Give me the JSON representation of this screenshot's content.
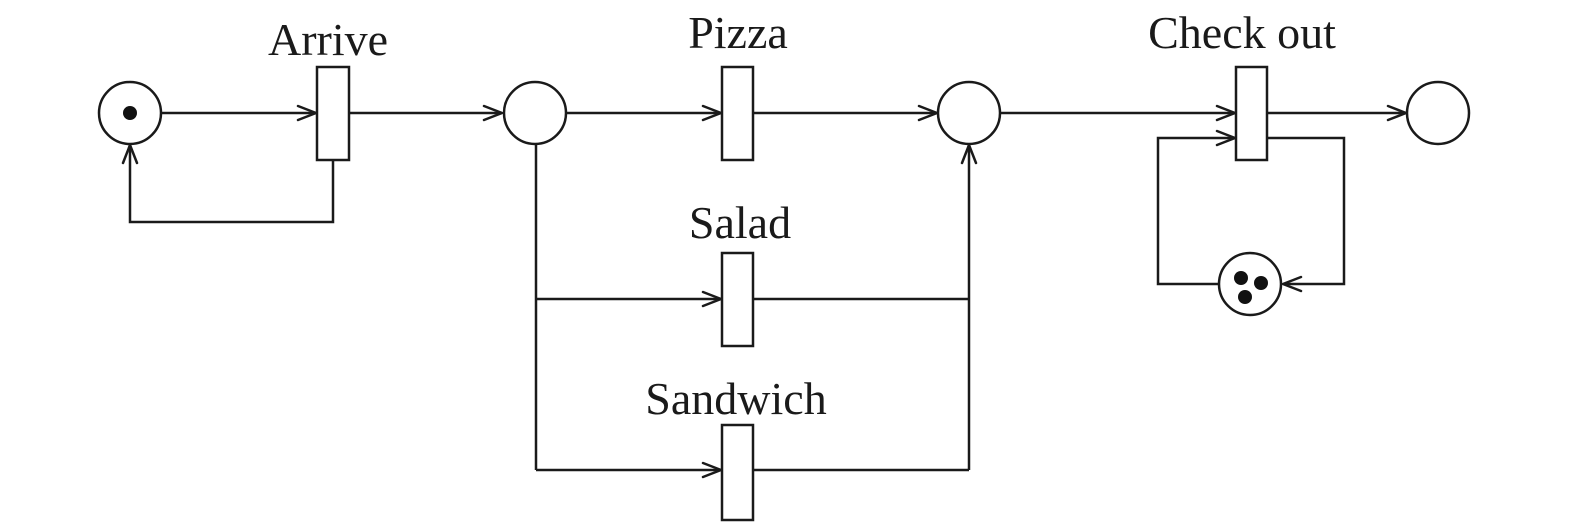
{
  "transitions": {
    "arrive": {
      "label": "Arrive"
    },
    "pizza": {
      "label": "Pizza"
    },
    "salad": {
      "label": "Salad"
    },
    "sandwich": {
      "label": "Sandwich"
    },
    "checkout": {
      "label": "Check out"
    }
  },
  "places": {
    "start": {
      "tokens": 1
    },
    "ordering": {
      "tokens": 0
    },
    "eating": {
      "tokens": 0
    },
    "done": {
      "tokens": 0
    },
    "cashiers": {
      "tokens": 3
    }
  }
}
